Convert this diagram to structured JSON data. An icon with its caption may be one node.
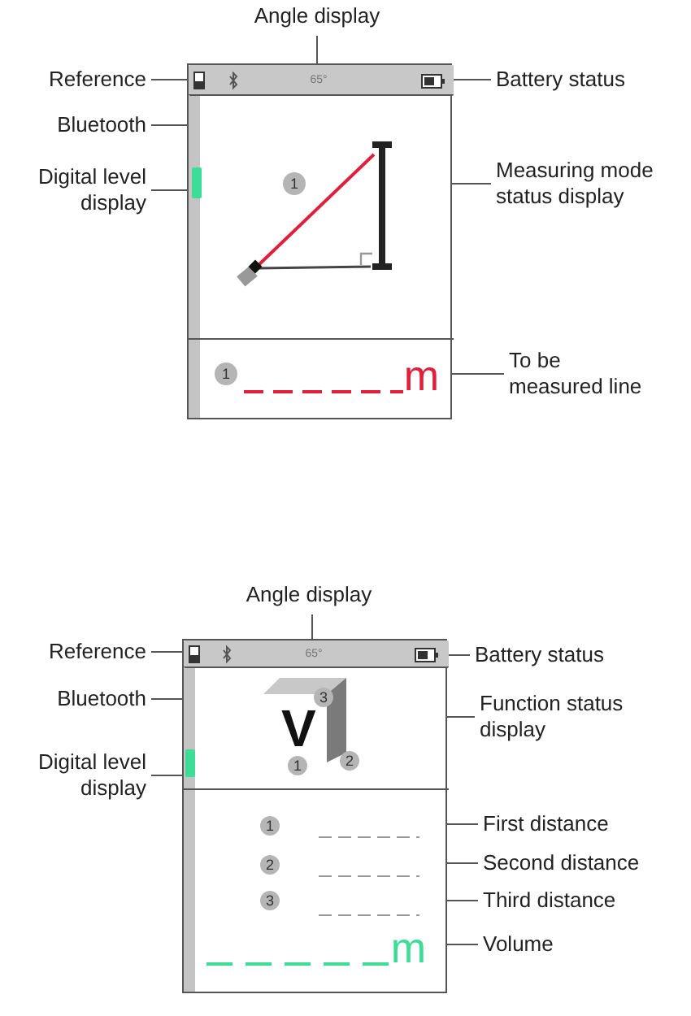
{
  "diagram": {
    "nodes": [
      {
        "text": [],
        "shape": "box"
      },
      {
        "text": [],
        "shape": "bar",
        "in": 0
      },
      {
        "text": [],
        "shape": "box",
        "in": 1
      },
      {
        "text": [],
        "shape": "box",
        "in": 1
      },
      {
        "text": [
          "65°"
        ],
        "in": 1
      },
      {
        "text": [],
        "shape": "box",
        "in": 1
      },
      {
        "text": [],
        "shape": "bar",
        "in": 0
      },
      {
        "text": [],
        "shape": "picture",
        "in": 0
      },
      {
        "text": [
          "1"
        ],
        "in": 7
      },
      {
        "text": [],
        "shape": "box",
        "in": 0
      },
      {
        "text": [
          "1"
        ],
        "in": 9
      },
      {
        "text": [
          "m"
        ],
        "in": 9
      },
      {
        "text": [
          "Angle display"
        ]
      },
      {
        "text": [
          "Reference"
        ]
      },
      {
        "text": [
          "Battery status"
        ]
      },
      {
        "text": [
          "Bluetooth"
        ]
      },
      {
        "text": [
          "Digital level display"
        ]
      },
      {
        "text": [
          "Measuring mode status display"
        ]
      },
      {
        "text": [
          "To be measured line"
        ]
      },
      {
        "text": [],
        "shape": "box"
      },
      {
        "text": [],
        "shape": "bar",
        "in": 19
      },
      {
        "text": [],
        "shape": "box",
        "in": 20
      },
      {
        "text": [],
        "shape": "box",
        "in": 20
      },
      {
        "text": [
          "65°"
        ],
        "in": 20
      },
      {
        "text": [],
        "shape": "box",
        "in": 20
      },
      {
        "text": [],
        "shape": "bar",
        "in": 19
      },
      {
        "text": [
          "V"
        ],
        "in": 19
      },
      {
        "text": [
          "3"
        ],
        "in": 26
      },
      {
        "text": [
          "1"
        ],
        "in": 19
      },
      {
        "text": [
          "2"
        ],
        "in": 19
      },
      {
        "text": [],
        "shape": "box",
        "in": 19
      },
      {
        "text": [
          "1"
        ],
        "in": 30
      },
      {
        "text": [],
        "shape": "bar",
        "in": 30
      },
      {
        "text": [
          "2"
        ],
        "in": 30
      },
      {
        "text": [],
        "shape": "bar",
        "in": 30
      },
      {
        "text": [
          "3"
        ],
        "in": 30
      },
      {
        "text": [],
        "shape": "bar",
        "in": 30
      },
      {
        "text": [
          "m"
        ],
        "in": 30
      },
      {
        "text": [
          "Angle display"
        ]
      },
      {
        "text": [
          "Reference"
        ]
      },
      {
        "text": [
          "Battery status"
        ]
      },
      {
        "text": [
          "Bluetooth"
        ]
      },
      {
        "text": [
          "Function status display"
        ]
      },
      {
        "text": [
          "Digital level display"
        ]
      },
      {
        "text": [
          "First distance"
        ]
      },
      {
        "text": [
          "Second distance"
        ]
      },
      {
        "text": [
          "Third distance"
        ]
      },
      {
        "text": [
          "Volume"
        ]
      }
    ],
    "edges": [
      {
        "from": 12,
        "to": 4,
        "arrow": "none"
      },
      {
        "from": 13,
        "to": 2,
        "arrow": "none"
      },
      {
        "from": 14,
        "to": 5,
        "arrow": "none"
      },
      {
        "from": 15,
        "to": 3,
        "arrow": "none"
      },
      {
        "from": 16,
        "to": 6,
        "arrow": "none"
      },
      {
        "from": 17,
        "to": 7,
        "arrow": "none"
      },
      {
        "from": 18,
        "to": 11,
        "arrow": "none"
      },
      {
        "from": 38,
        "to": 23,
        "arrow": "none"
      },
      {
        "from": 39,
        "to": 21,
        "arrow": "none"
      },
      {
        "from": 40,
        "to": 24,
        "arrow": "none"
      },
      {
        "from": 41,
        "to": 22,
        "arrow": "none"
      },
      {
        "from": 42,
        "to": 26,
        "arrow": "none"
      },
      {
        "from": 43,
        "to": 25,
        "arrow": "none"
      },
      {
        "from": 44,
        "to": 32,
        "arrow": "none"
      },
      {
        "from": 45,
        "to": 34,
        "arrow": "none"
      },
      {
        "from": 46,
        "to": 36,
        "arrow": "none"
      },
      {
        "from": 47,
        "to": 37,
        "arrow": "none"
      }
    ]
  }
}
